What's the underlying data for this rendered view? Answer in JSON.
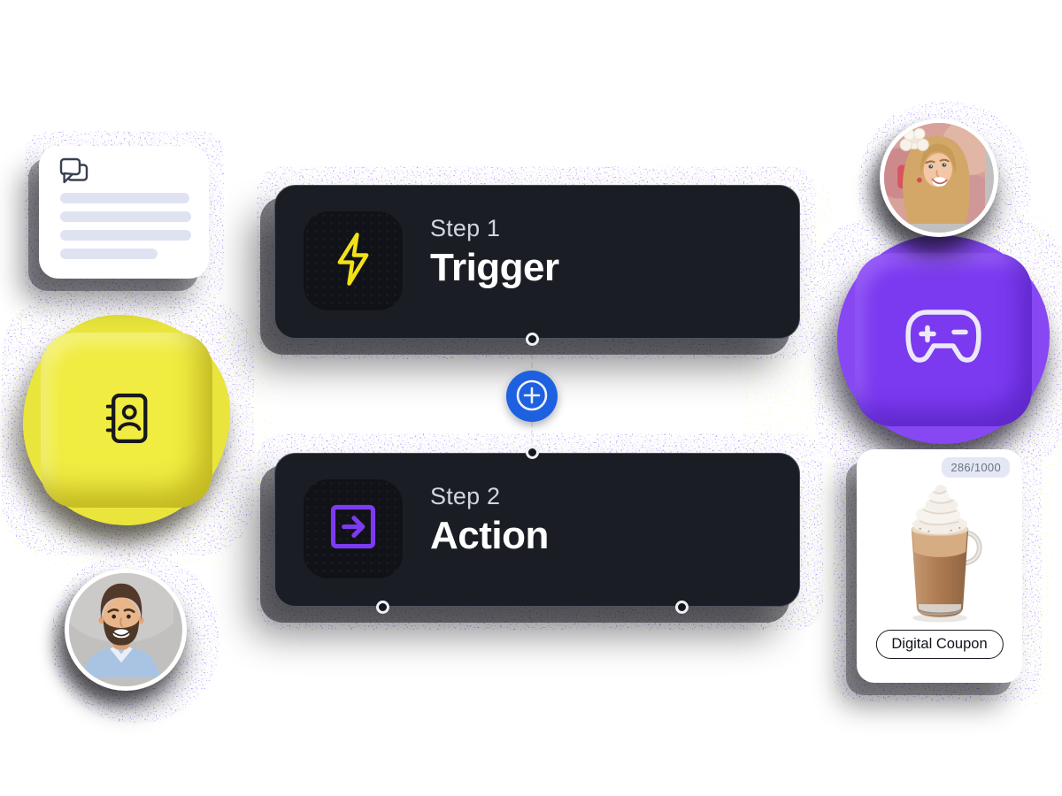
{
  "workflow": {
    "steps": [
      {
        "step_label": "Step 1",
        "title": "Trigger",
        "icon": "lightning-bolt-icon"
      },
      {
        "step_label": "Step 2",
        "title": "Action",
        "icon": "arrow-right-square-icon"
      }
    ],
    "add_button": {
      "icon": "plus-icon"
    }
  },
  "coupon_card": {
    "badge_count": "286/1000",
    "button_label": "Digital Coupon",
    "image": "latte-with-whipped-cream"
  },
  "decor": {
    "chat_card": {
      "icon": "chat-bubbles-icon",
      "skeleton_lines": 4
    },
    "yellow_tile": {
      "icon": "address-book-icon",
      "color": "#f0ec41"
    },
    "purple_tile": {
      "icon": "game-controller-icon",
      "color": "#7c3af0"
    },
    "avatars": [
      {
        "name": "man-with-beard"
      },
      {
        "name": "woman-with-flower"
      }
    ]
  },
  "colors": {
    "card_bg": "#1b1d24",
    "card_border": "#4a505e",
    "step_label": "#d2d5dc",
    "step_title": "#ffffff",
    "accent_blue": "#1d60e0",
    "accent_purple": "#7c3bf0",
    "accent_yellow": "#f2e117",
    "spray_purple": "#7b5cf3",
    "spray_yellow": "#e8e23a",
    "skeleton_line": "#dfe3f1",
    "badge_bg": "#e4e7f5",
    "badge_text": "#6d7384"
  }
}
